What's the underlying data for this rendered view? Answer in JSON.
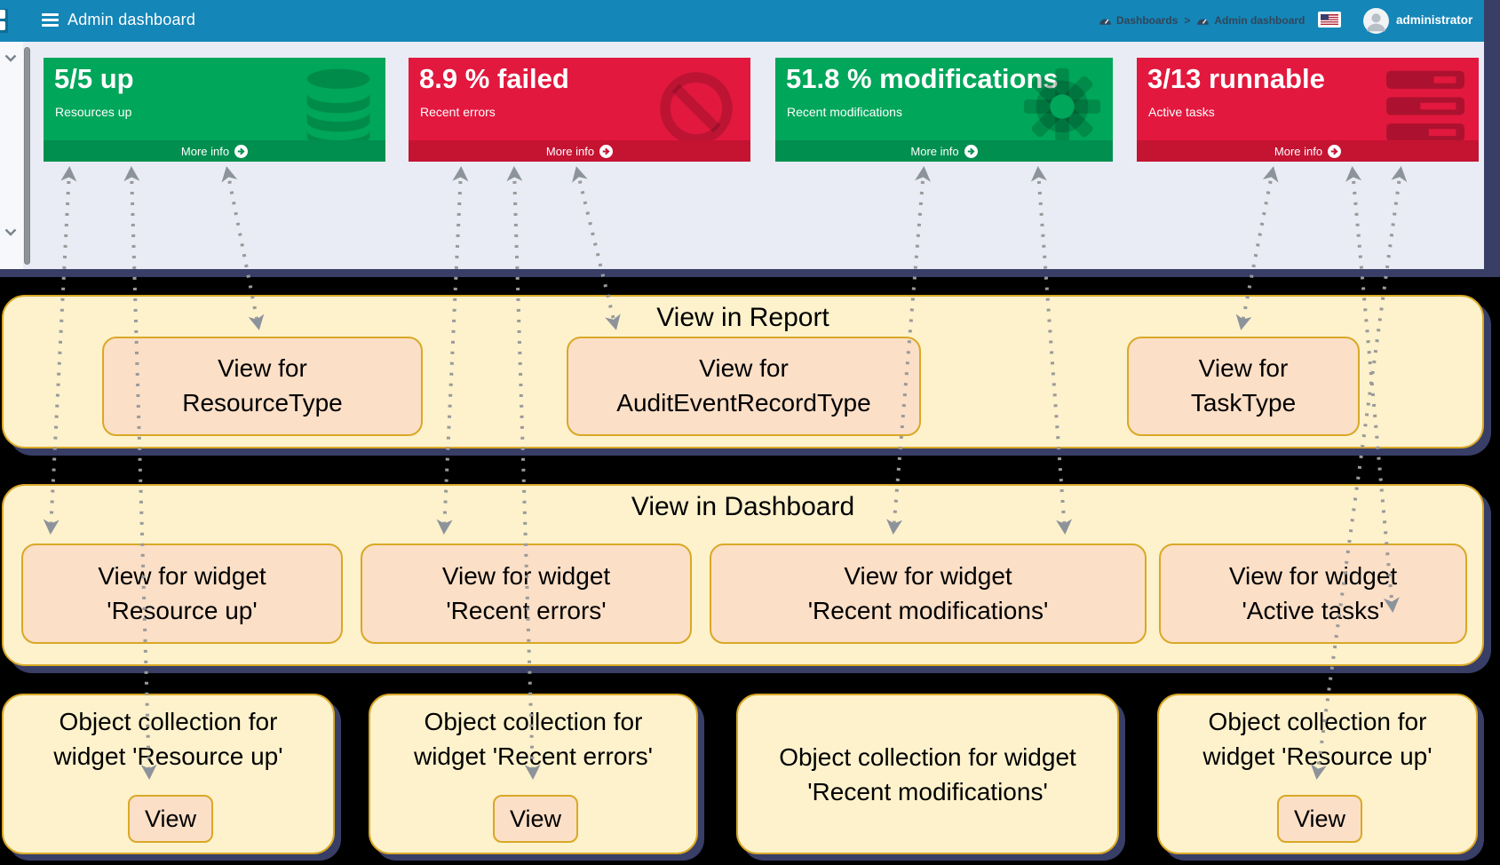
{
  "header": {
    "title": "Admin dashboard",
    "breadcrumb": {
      "separator": ">",
      "items": [
        {
          "icon": "dashboard-icon",
          "label": "Dashboards"
        },
        {
          "icon": "dashboard-icon",
          "label": "Admin dashboard"
        }
      ]
    },
    "locale_flag": "us-flag-icon",
    "username": "administrator",
    "colors": {
      "topbar": "#1486b8",
      "breadcrumb_text": "#32465a"
    }
  },
  "info_boxes": [
    {
      "headline": "5/5 up",
      "subtitle": "Resources up",
      "more_info": "More info",
      "icon": "database-icon",
      "color": "#00a65a",
      "footer_color": "#008f4f"
    },
    {
      "headline": "8.9 % failed",
      "subtitle": "Recent errors",
      "more_info": "More info",
      "icon": "ban-icon",
      "color": "#e2183e",
      "footer_color": "#c51332"
    },
    {
      "headline": "51.8 % modifications",
      "subtitle": "Recent modifications",
      "more_info": "More info",
      "icon": "gear-icon",
      "color": "#00a65a",
      "footer_color": "#008f4f"
    },
    {
      "headline": "3/13 runnable",
      "subtitle": "Active tasks",
      "more_info": "More info",
      "icon": "tasks-icon",
      "color": "#e2183e",
      "footer_color": "#c51332"
    }
  ],
  "diagram": {
    "colors": {
      "panel_fill": "#fdf2cc",
      "node_fill": "#fbdfc7",
      "border": "#d9a826",
      "shadow": "#383e66",
      "background": "#000000",
      "connector": "#9a9a9a"
    },
    "report_group": {
      "title": "View in Report",
      "nodes": [
        "View for\nResourceType",
        "View for\nAuditEventRecordType",
        "View for\nTaskType"
      ]
    },
    "dashboard_group": {
      "title": "View in Dashboard",
      "nodes": [
        "View for widget\n'Resource up'",
        "View for widget\n'Recent errors'",
        "View for widget\n'Recent modifications'",
        "View for widget\n'Active tasks'"
      ]
    },
    "collection_boxes": [
      {
        "label": "Object collection for\nwidget 'Resource up'",
        "button": "View"
      },
      {
        "label": "Object collection for\nwidget 'Recent errors'",
        "button": "View"
      },
      {
        "label": "Object collection for widget\n'Recent modifications'"
      },
      {
        "label": "Object collection for\nwidget 'Resource up'",
        "button": "View"
      }
    ]
  }
}
